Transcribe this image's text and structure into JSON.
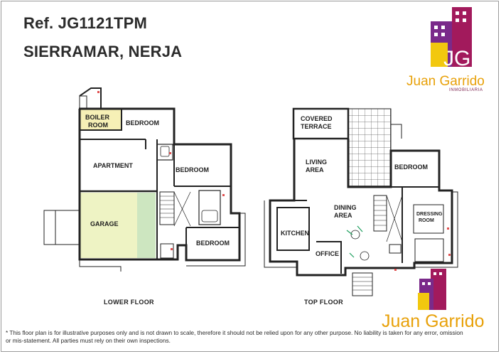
{
  "header": {
    "reference": "Ref. JG1121TPM",
    "location": "SIERRAMAR, NERJA"
  },
  "brand": {
    "name": "Juan Garrido",
    "tagline": "INMOBILIARIA",
    "monogram": "JG",
    "colors": {
      "gold": "#e8a10a",
      "magenta": "#a21a5c",
      "purple": "#7a2a8a",
      "yellow": "#f2c80f"
    }
  },
  "lower_floor": {
    "caption": "LOWER FLOOR",
    "rooms": {
      "boiler_room_line1": "BOILER",
      "boiler_room_line2": "ROOM",
      "bedroom_1": "BEDROOM",
      "apartment": "APARTMENT",
      "bedroom_2": "BEDROOM",
      "garage": "GARAGE",
      "bedroom_3": "BEDROOM"
    }
  },
  "top_floor": {
    "caption": "TOP FLOOR",
    "rooms": {
      "covered_terrace_line1": "COVERED",
      "covered_terrace_line2": "TERRACE",
      "living_area_line1": "LIVING",
      "living_area_line2": "AREA",
      "bedroom": "BEDROOM",
      "dining_area_line1": "DINING",
      "dining_area_line2": "AREA",
      "dressing_room_line1": "DRESSING",
      "dressing_room_line2": "ROOM",
      "kitchen": "KITCHEN",
      "office": "OFFICE"
    }
  },
  "footer": {
    "disclaimer_line1": "* This floor plan is for illustrative purposes only and is not drawn to scale, therefore it should not be relied upon for any other purpose. No liability is taken for any error, omission",
    "disclaimer_line2": "or mis-statement. All parties must rely on their own inspections."
  }
}
